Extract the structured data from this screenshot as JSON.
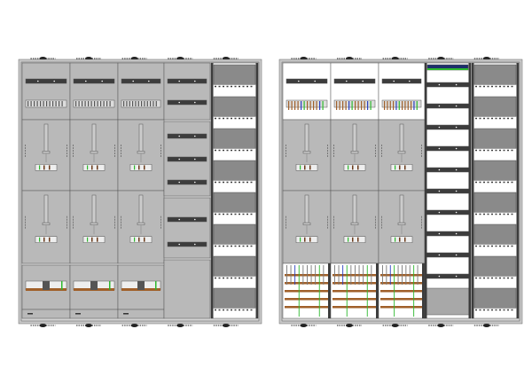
{
  "drawing": {
    "cabinets": [
      {
        "name": "cabinet-closed-covers",
        "variant": "covers"
      },
      {
        "name": "cabinet-open-wiring",
        "variant": "open"
      }
    ],
    "colors": {
      "frame": "#c8c8c8",
      "panel": "#b9b9b9",
      "outline": "#555555",
      "rail": "#3c3c3c",
      "perforated": "#8a8a8a",
      "copper": "#a0602a",
      "green_wire": "#2db82d",
      "blue_wire": "#2a3fbf",
      "white": "#ffffff"
    }
  }
}
